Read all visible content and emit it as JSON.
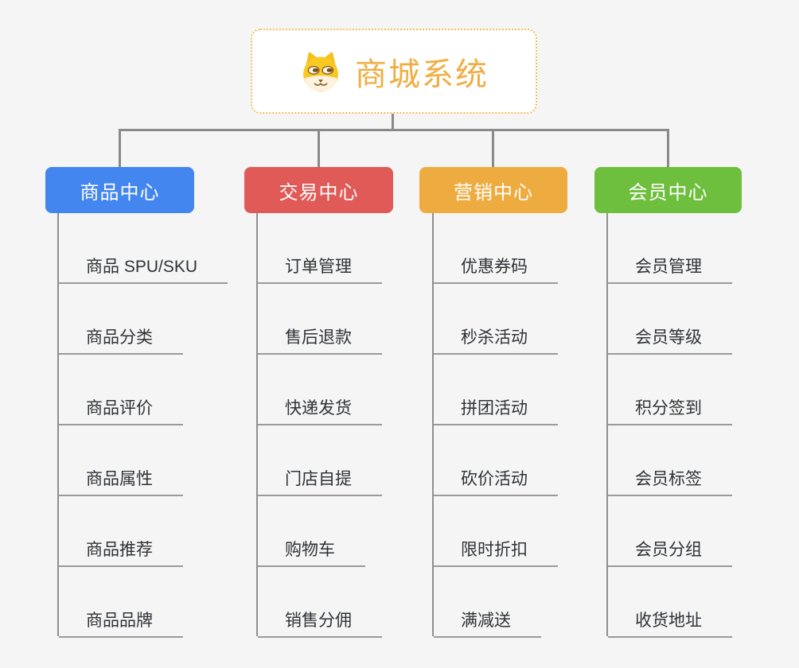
{
  "root": {
    "title": "商城系统",
    "icon": "dog-face-icon"
  },
  "branches": [
    {
      "title": "商品中心",
      "color": "#4486ef",
      "items": [
        "商品 SPU/SKU",
        "商品分类",
        "商品评价",
        "商品属性",
        "商品推荐",
        "商品品牌"
      ]
    },
    {
      "title": "交易中心",
      "color": "#e05a57",
      "items": [
        "订单管理",
        "售后退款",
        "快递发货",
        "门店自提",
        "购物车",
        "销售分佣"
      ]
    },
    {
      "title": "营销中心",
      "color": "#eeac40",
      "items": [
        "优惠券码",
        "秒杀活动",
        "拼团活动",
        "砍价活动",
        "限时折扣",
        "满减送"
      ]
    },
    {
      "title": "会员中心",
      "color": "#6fbf3f",
      "items": [
        "会员管理",
        "会员等级",
        "积分签到",
        "会员标签",
        "会员分组",
        "收货地址"
      ]
    }
  ],
  "colors": {
    "background": "#f5f5f5",
    "connector": "#8a8a8a",
    "root_accent": "#efae43",
    "root_border": "#f5bc55",
    "leaf_text": "#2f3237"
  }
}
